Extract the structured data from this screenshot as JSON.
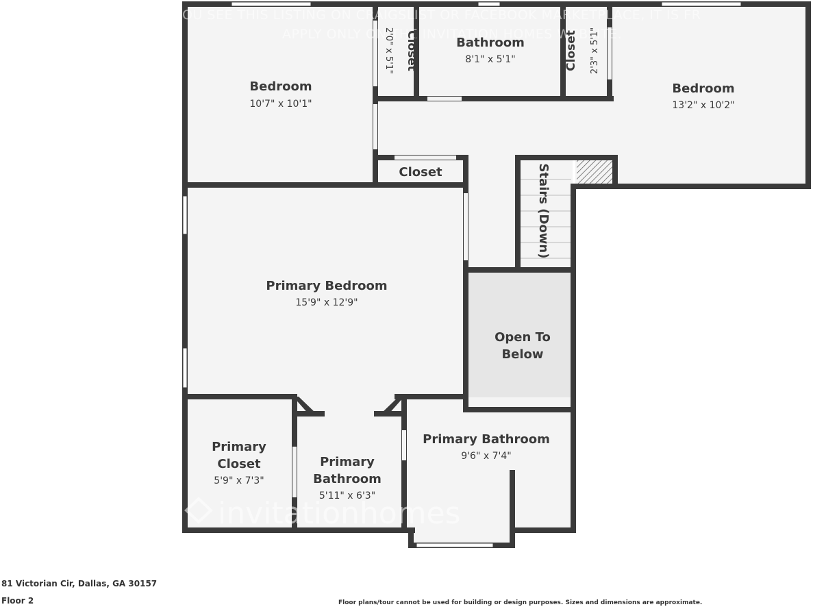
{
  "rooms": {
    "bedroom_left": {
      "name": "Bedroom",
      "dims": "10'7\" x 10'1\""
    },
    "closet_small_left": {
      "name": "Closet",
      "dims": "2'0\" x 5'1\""
    },
    "bathroom_top": {
      "name": "Bathroom",
      "dims": "8'1\" x 5'1\""
    },
    "closet_small_right": {
      "name": "Closet",
      "dims": "2'3\" x 5'1\""
    },
    "bedroom_right": {
      "name": "Bedroom",
      "dims": "13'2\" x 10'2\""
    },
    "hall_closet": {
      "name": "Closet"
    },
    "stairs": {
      "name": "Stairs (Down)"
    },
    "primary_bedroom": {
      "name": "Primary Bedroom",
      "dims": "15'9\" x 12'9\""
    },
    "open_to_below": {
      "line1": "Open To",
      "line2": "Below"
    },
    "primary_closet": {
      "line1": "Primary",
      "line2": "Closet",
      "dims": "5'9\" x 7'3\""
    },
    "primary_bathroom_small": {
      "line1": "Primary",
      "line2": "Bathroom",
      "dims": "5'11\" x 6'3\""
    },
    "primary_bathroom_large": {
      "name": "Primary Bathroom",
      "dims": "9'6\" x 7'4\""
    }
  },
  "watermark": {
    "line1": "OU SEE THIS LISTING ON CRAIGSLIST OR FACEBOOK MARKETPLACE, IT IS FR",
    "line2": "APPLY ONLY ON THE INVITATION HOMES WEBSITE.",
    "brand": "invitationhomes"
  },
  "footer": {
    "address": "81 Victorian Cir, Dallas, GA 30157",
    "floor": "Floor 2",
    "disclaimer": "Floor plans/tour cannot be used for building or design purposes. Sizes and dimensions are approximate."
  },
  "colors": {
    "wall": "#3a3a3a",
    "room_fill": "#f4f4f4",
    "open_below_fill": "#e6e6e6",
    "window": "#ffffff"
  }
}
